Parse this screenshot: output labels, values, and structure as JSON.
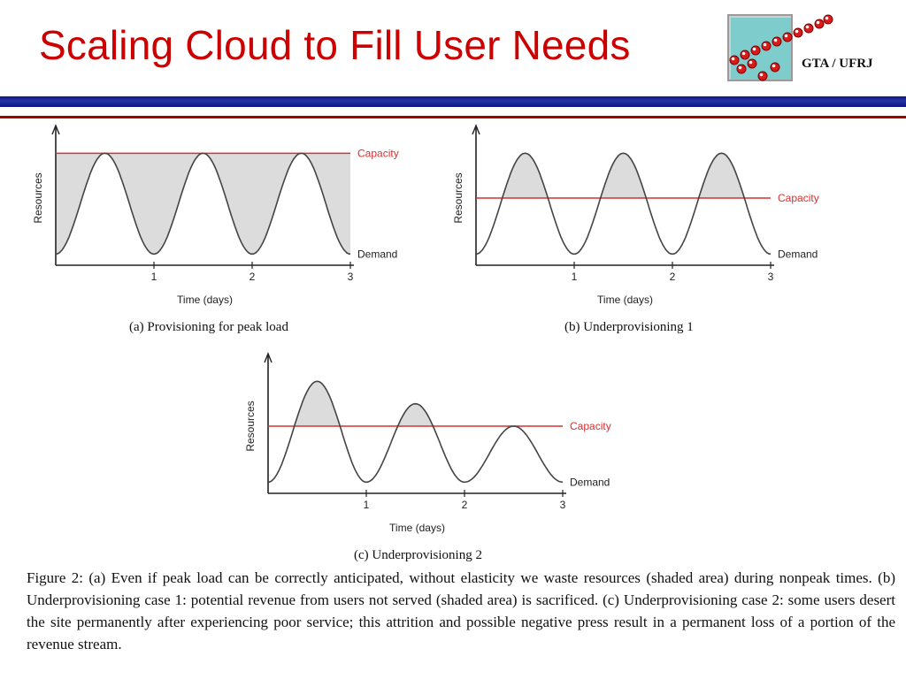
{
  "slide": {
    "title": "Scaling Cloud to Fill User Needs",
    "logo_text": "GTA / UFRJ",
    "colors": {
      "title": "#cc0000",
      "band": "#0b1680",
      "rule": "#a30000",
      "capacity": "#d93030",
      "shade": "#dcdcdc"
    }
  },
  "chart_data": [
    {
      "type": "line",
      "caption": "(a)  Provisioning for peak load",
      "xlabel": "Time (days)",
      "ylabel": "Resources",
      "xticks": [
        "1",
        "2",
        "3"
      ],
      "xlim": [
        0,
        3
      ],
      "ylim": [
        0,
        1.2
      ],
      "series": [
        {
          "name": "Demand",
          "x": [
            0,
            0.5,
            1,
            1.5,
            2,
            2.5,
            3
          ],
          "y": [
            0.1,
            1.0,
            0.1,
            1.0,
            0.1,
            1.0,
            0.1
          ]
        },
        {
          "name": "Capacity",
          "value": 1.0
        }
      ],
      "shaded": "capacity above demand"
    },
    {
      "type": "line",
      "caption": "(b)  Underprovisioning 1",
      "xlabel": "Time (days)",
      "ylabel": "Resources",
      "xticks": [
        "1",
        "2",
        "3"
      ],
      "xlim": [
        0,
        3
      ],
      "ylim": [
        0,
        1.2
      ],
      "series": [
        {
          "name": "Demand",
          "x": [
            0,
            0.5,
            1,
            1.5,
            2,
            2.5,
            3
          ],
          "y": [
            0.1,
            1.0,
            0.1,
            1.0,
            0.1,
            1.0,
            0.1
          ]
        },
        {
          "name": "Capacity",
          "value": 0.6
        }
      ],
      "shaded": "demand above capacity"
    },
    {
      "type": "line",
      "caption": "(c)  Underprovisioning 2",
      "xlabel": "Time (days)",
      "ylabel": "Resources",
      "xticks": [
        "1",
        "2",
        "3"
      ],
      "xlim": [
        0,
        3
      ],
      "ylim": [
        0,
        1.2
      ],
      "series": [
        {
          "name": "Demand",
          "x": [
            0,
            0.5,
            1,
            1.5,
            2,
            2.5,
            3
          ],
          "y": [
            0.1,
            1.0,
            0.1,
            0.8,
            0.1,
            0.6,
            0.1
          ]
        },
        {
          "name": "Capacity",
          "value": 0.6
        }
      ],
      "shaded": "demand above capacity"
    }
  ],
  "figure_caption": "Figure 2: (a) Even if peak load can be correctly anticipated, without elasticity we waste resources (shaded area) during nonpeak times. (b) Underprovisioning case 1: potential revenue from users not served (shaded area) is sacrificed. (c) Underprovisioning case 2: some users desert the site permanently after experiencing poor service; this attrition and possible negative press result in a permanent loss of a portion of the revenue stream."
}
